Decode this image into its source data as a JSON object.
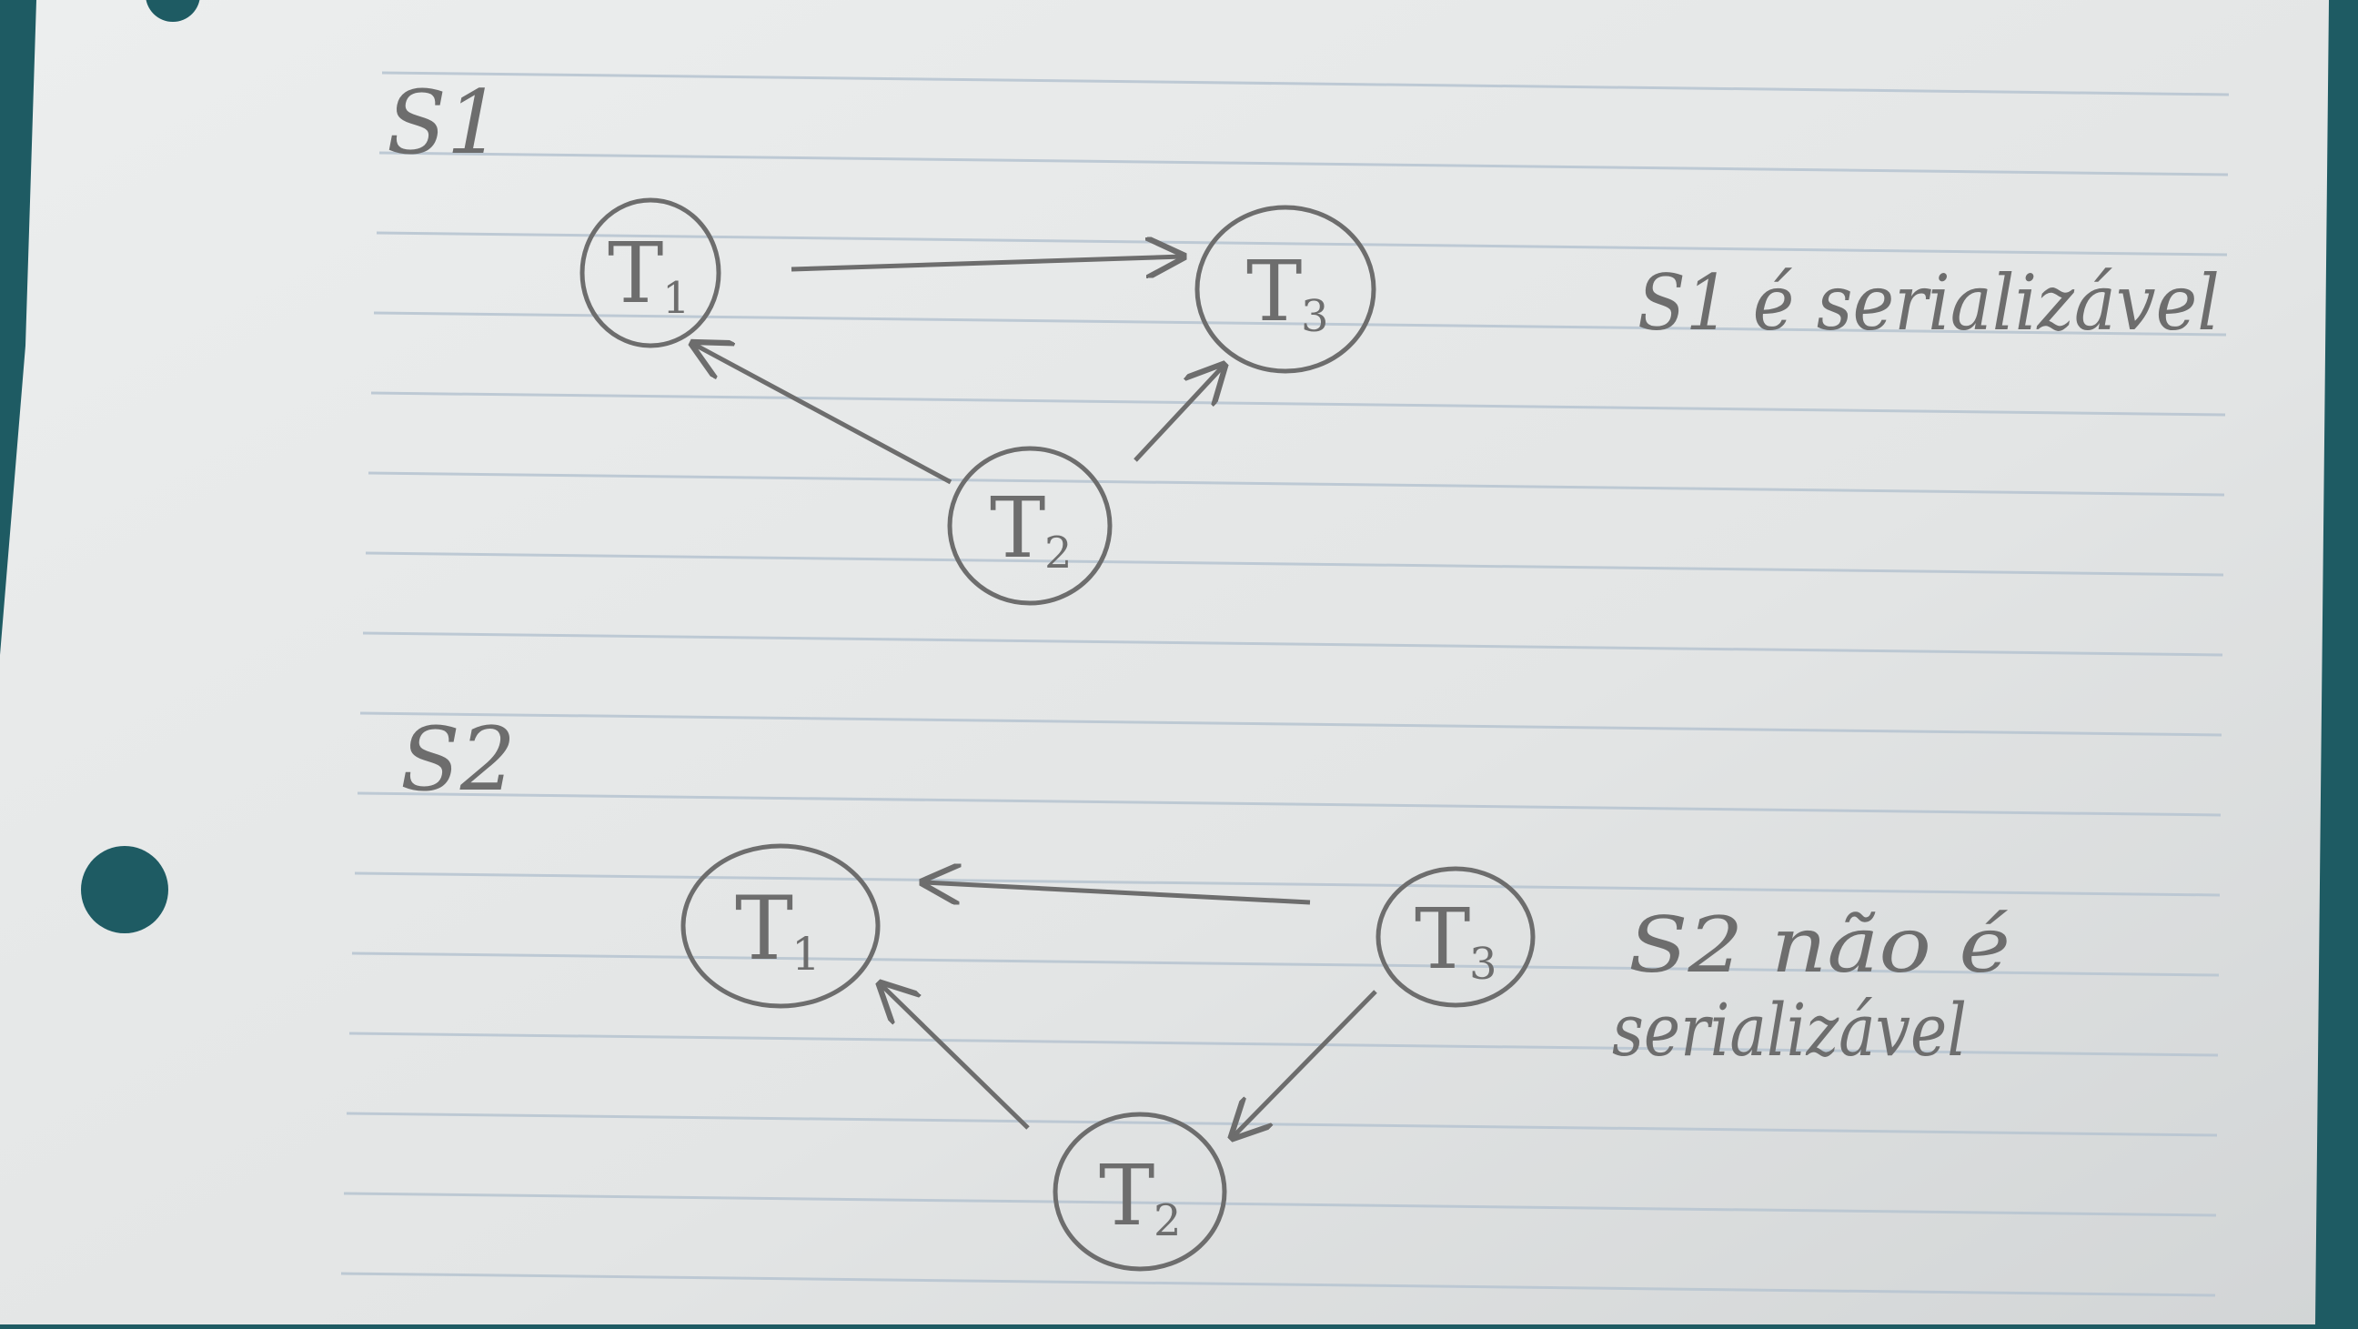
{
  "sections": [
    {
      "id": "S1",
      "label": "S1",
      "conclusion": "S1 é serializável",
      "nodes": [
        {
          "id": "T1",
          "main": "T",
          "sub": "1"
        },
        {
          "id": "T2",
          "main": "T",
          "sub": "2"
        },
        {
          "id": "T3",
          "main": "T",
          "sub": "3"
        }
      ],
      "edges": [
        {
          "from": "T1",
          "to": "T3"
        },
        {
          "from": "T2",
          "to": "T1"
        },
        {
          "from": "T2",
          "to": "T3"
        }
      ]
    },
    {
      "id": "S2",
      "label": "S2",
      "conclusion_line1": "S2 não é",
      "conclusion_line2": "serializável",
      "nodes": [
        {
          "id": "T1",
          "main": "T",
          "sub": "1"
        },
        {
          "id": "T2",
          "main": "T",
          "sub": "2"
        },
        {
          "id": "T3",
          "main": "T",
          "sub": "3"
        }
      ],
      "edges": [
        {
          "from": "T3",
          "to": "T1"
        },
        {
          "from": "T2",
          "to": "T1"
        },
        {
          "from": "T3",
          "to": "T2"
        }
      ]
    }
  ],
  "colors": {
    "paper": "#e9eaea",
    "rule_line": "#b9c6d2",
    "pencil": "#6d6d6d",
    "background": "#1e5b63"
  }
}
